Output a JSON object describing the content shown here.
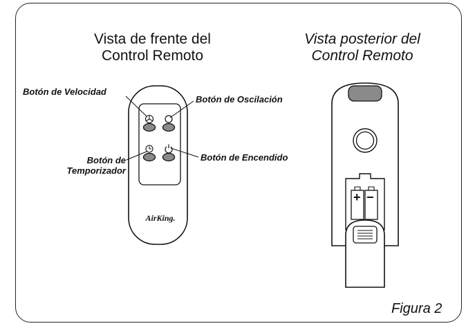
{
  "front_view": {
    "title_line1": "Vista de frente del",
    "title_line2": "Control Remoto"
  },
  "back_view": {
    "title_line1": "Vista posterior del",
    "title_line2": "Control Remoto"
  },
  "labels": {
    "speed": "Botón de Velocidad",
    "oscillation": "Botón de Oscilación",
    "timer_line1": "Botón de",
    "timer_line2": "Temporizador",
    "power": "Botón de Encendido"
  },
  "brand": "AirKing.",
  "battery": {
    "plus": "+",
    "minus": "−"
  },
  "figure_label": "Figura 2"
}
